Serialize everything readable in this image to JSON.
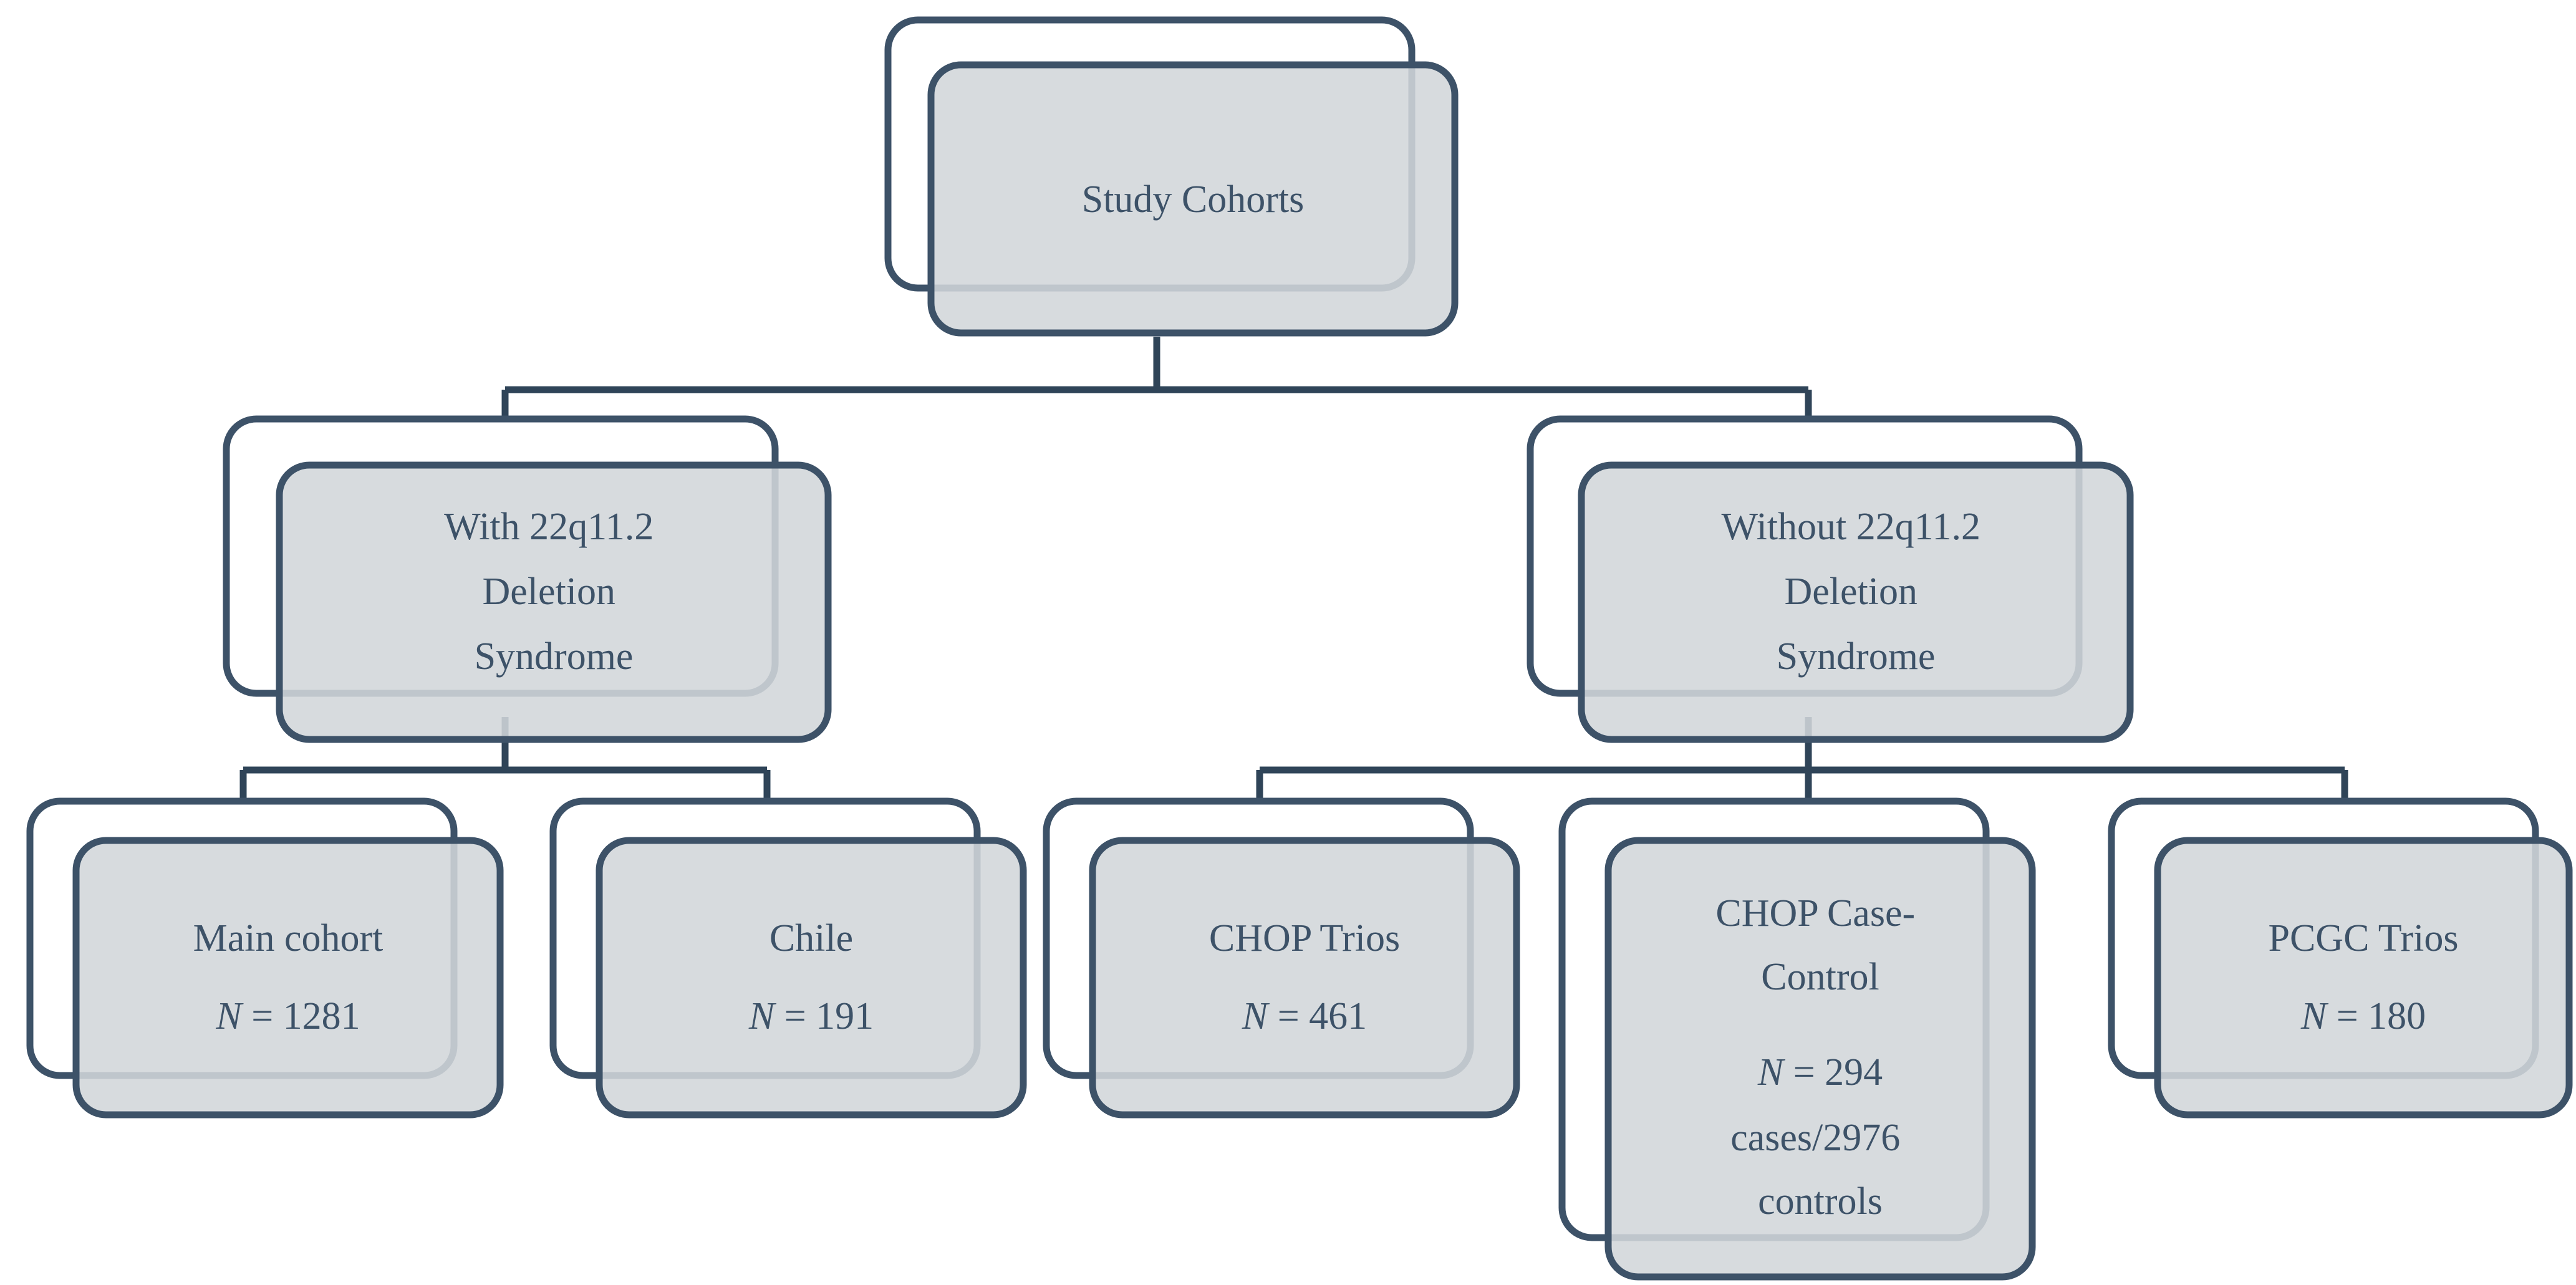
{
  "figure": {
    "title": "Study Cohorts",
    "type": "hierarchical-flowchart",
    "levels": 3
  },
  "colors": {
    "card_fill": "#d2d6da",
    "card_border": "#3d5268",
    "connector": "#2f4458",
    "text": "#3d5268",
    "background": "#ffffff"
  },
  "nodes": {
    "root": {
      "id": "study-cohorts",
      "lines": [
        "Study Cohorts"
      ]
    },
    "branch_left": {
      "id": "with-22q11-2-deletion-syndrome",
      "lines": [
        "With 22q11.2",
        "Deletion",
        "Syndrome"
      ]
    },
    "branch_right": {
      "id": "without-22q11-2-deletion-syndrome",
      "lines": [
        "Without 22q11.2",
        "Deletion",
        "Syndrome"
      ]
    },
    "leaf_main_cohort": {
      "id": "main-cohort",
      "lines": [
        "Main cohort"
      ],
      "n_prefix": "N",
      "n_value": " = 1281"
    },
    "leaf_chile": {
      "id": "chile",
      "lines": [
        "Chile"
      ],
      "n_prefix": "N",
      "n_value": " = 191"
    },
    "leaf_chop_trios": {
      "id": "chop-trios",
      "lines": [
        "CHOP Trios"
      ],
      "n_prefix": "N",
      "n_value": " = 461"
    },
    "leaf_chop_case_control": {
      "id": "chop-case-control",
      "lines": [
        "CHOP Case-",
        "Control"
      ],
      "n_prefix": "N",
      "n_value": " = 294",
      "n_line2": "cases/2976",
      "n_line3": "controls"
    },
    "leaf_pcgc_trios": {
      "id": "pcgc-trios",
      "lines": [
        "PCGC Trios"
      ],
      "n_prefix": "N",
      "n_value": " = 180"
    }
  },
  "edges": [
    {
      "from": "study-cohorts",
      "to": "with-22q11-2-deletion-syndrome"
    },
    {
      "from": "study-cohorts",
      "to": "without-22q11-2-deletion-syndrome"
    },
    {
      "from": "with-22q11-2-deletion-syndrome",
      "to": "main-cohort"
    },
    {
      "from": "with-22q11-2-deletion-syndrome",
      "to": "chile"
    },
    {
      "from": "without-22q11-2-deletion-syndrome",
      "to": "chop-trios"
    },
    {
      "from": "without-22q11-2-deletion-syndrome",
      "to": "chop-case-control"
    },
    {
      "from": "without-22q11-2-deletion-syndrome",
      "to": "pcgc-trios"
    }
  ]
}
